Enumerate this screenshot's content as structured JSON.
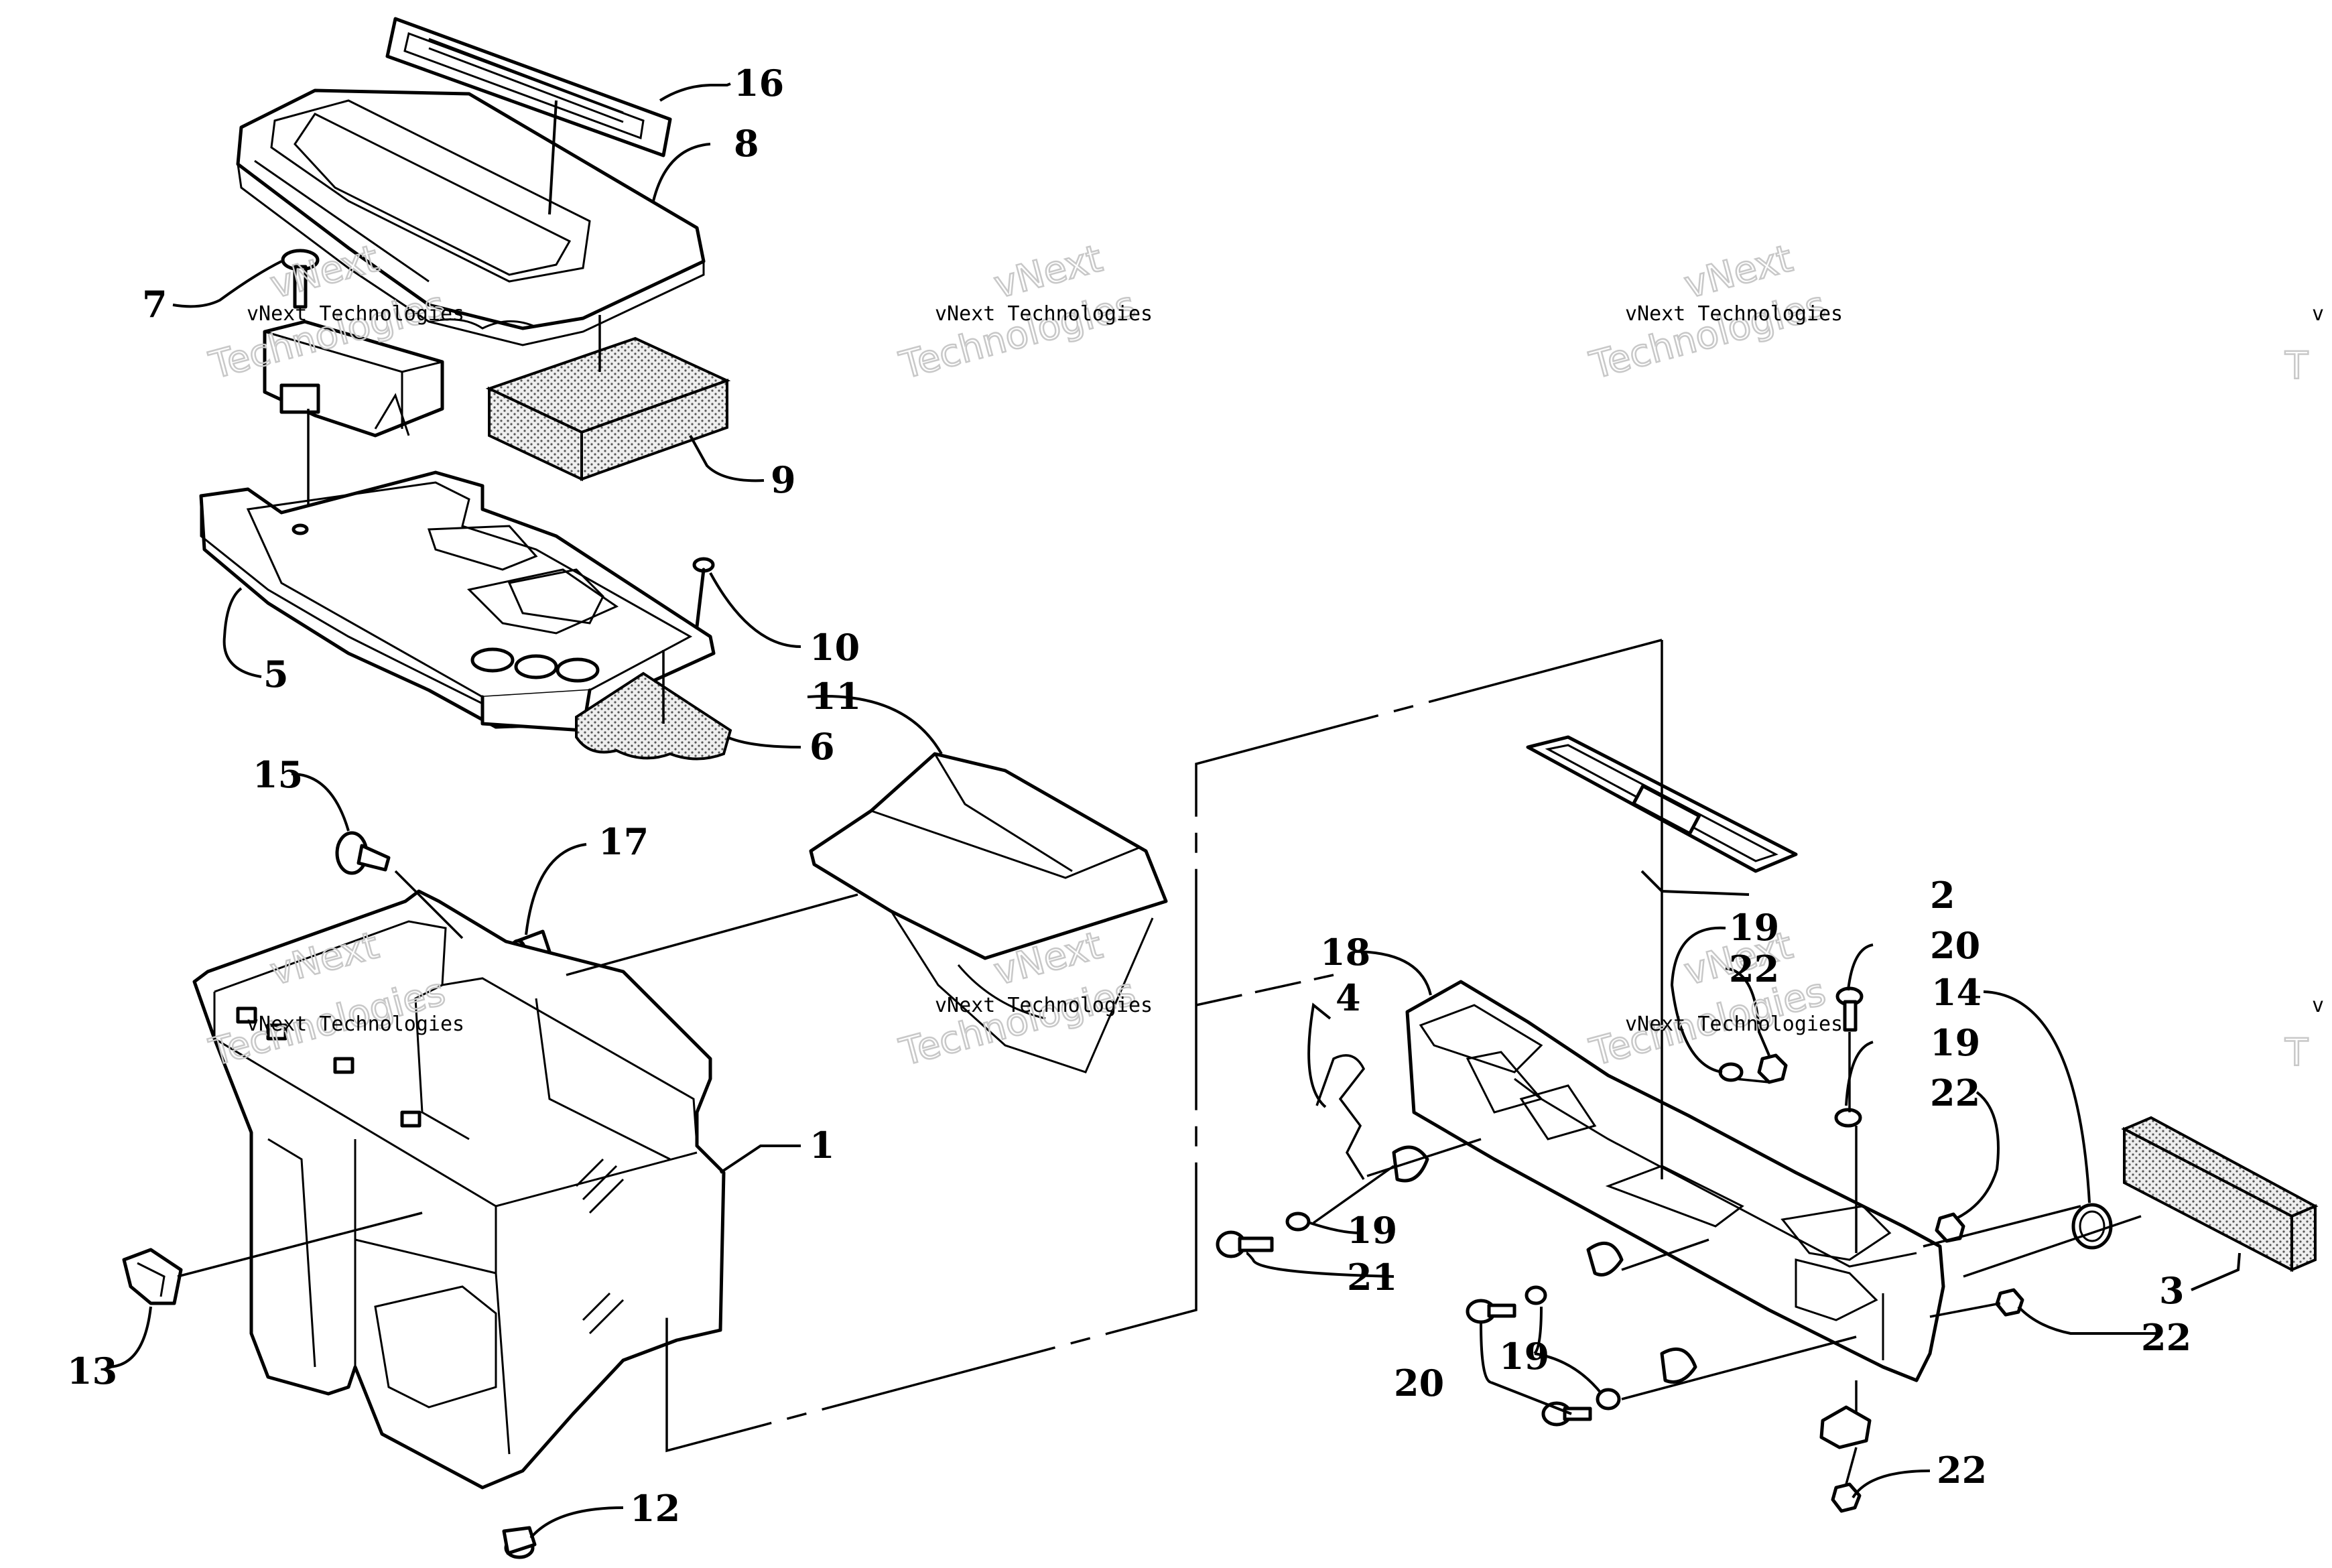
{
  "callouts": {
    "c1": "1",
    "c2": "2",
    "c3": "3",
    "c4": "4",
    "c5": "5",
    "c6": "6",
    "c7": "7",
    "c8": "8",
    "c9": "9",
    "c10": "10",
    "c11": "11",
    "c12": "12",
    "c13": "13",
    "c14": "14",
    "c15": "15",
    "c16": "16",
    "c17": "17",
    "c18": "18",
    "c19a": "19",
    "c19b": "19",
    "c19c": "19",
    "c19d": "19",
    "c20a": "20",
    "c20b": "20",
    "c21": "21",
    "c22a": "22",
    "c22b": "22",
    "c22c": "22",
    "c22d": "22"
  },
  "watermark": {
    "vnext": "vNext",
    "technologies": "Technologies",
    "full": "vNext Technologies",
    "partial_v": "v",
    "partial_t": "T"
  }
}
